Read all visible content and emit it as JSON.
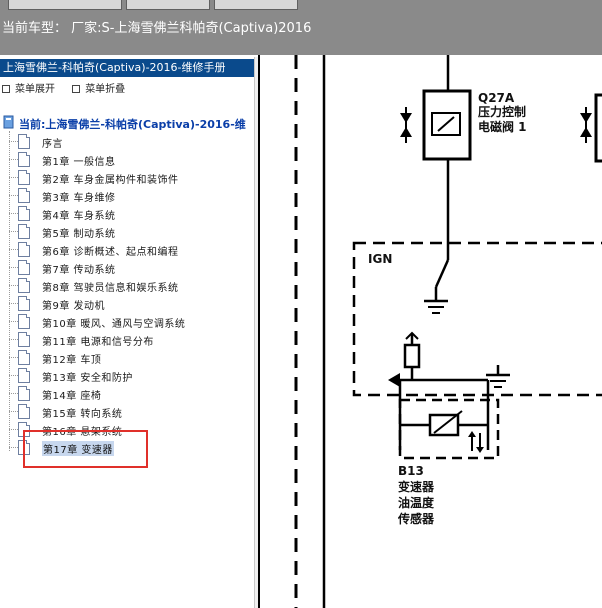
{
  "window": {
    "car_model_label": "当前车型： 厂家:S-上海雪佛兰科帕奇(Captiva)2016"
  },
  "left_pane": {
    "manual_title": "上海雪佛兰-科帕奇(Captiva)-2016-维修手册",
    "menu_expand": "菜单展开",
    "menu_collapse": "菜单折叠",
    "tree_root": "当前:上海雪佛兰-科帕奇(Captiva)-2016-维",
    "tree_items": [
      "序言",
      "第1章 一般信息",
      "第2章 车身金属构件和装饰件",
      "第3章 车身维修",
      "第4章 车身系统",
      "第5章 制动系统",
      "第6章 诊断概述、起点和编程",
      "第7章 传动系统",
      "第8章 驾驶员信息和娱乐系统",
      "第9章 发动机",
      "第10章 暖风、通风与空调系统",
      "第11章 电源和信号分布",
      "第12章 车顶",
      "第13章 安全和防护",
      "第14章 座椅",
      "第15章 转向系统",
      "第16章 悬架系统",
      "第17章 变速器"
    ],
    "selected_index": 17,
    "highlight_color": "#e0302a"
  },
  "diagram": {
    "component_q27a_id": "Q27A",
    "component_q27a_name_1": "压力控制",
    "component_q27a_name_2": "电磁阀 1",
    "ign_label": "IGN",
    "component_b13_id": "B13",
    "component_b13_name_1": "变速器",
    "component_b13_name_2": "油温度",
    "component_b13_name_3": "传感器"
  },
  "colors": {
    "title_bar": "#8a8a8a",
    "manual_header": "#0a4a8c",
    "tree_root_text": "#0a3ea8",
    "selection": "#c7d7ee"
  }
}
